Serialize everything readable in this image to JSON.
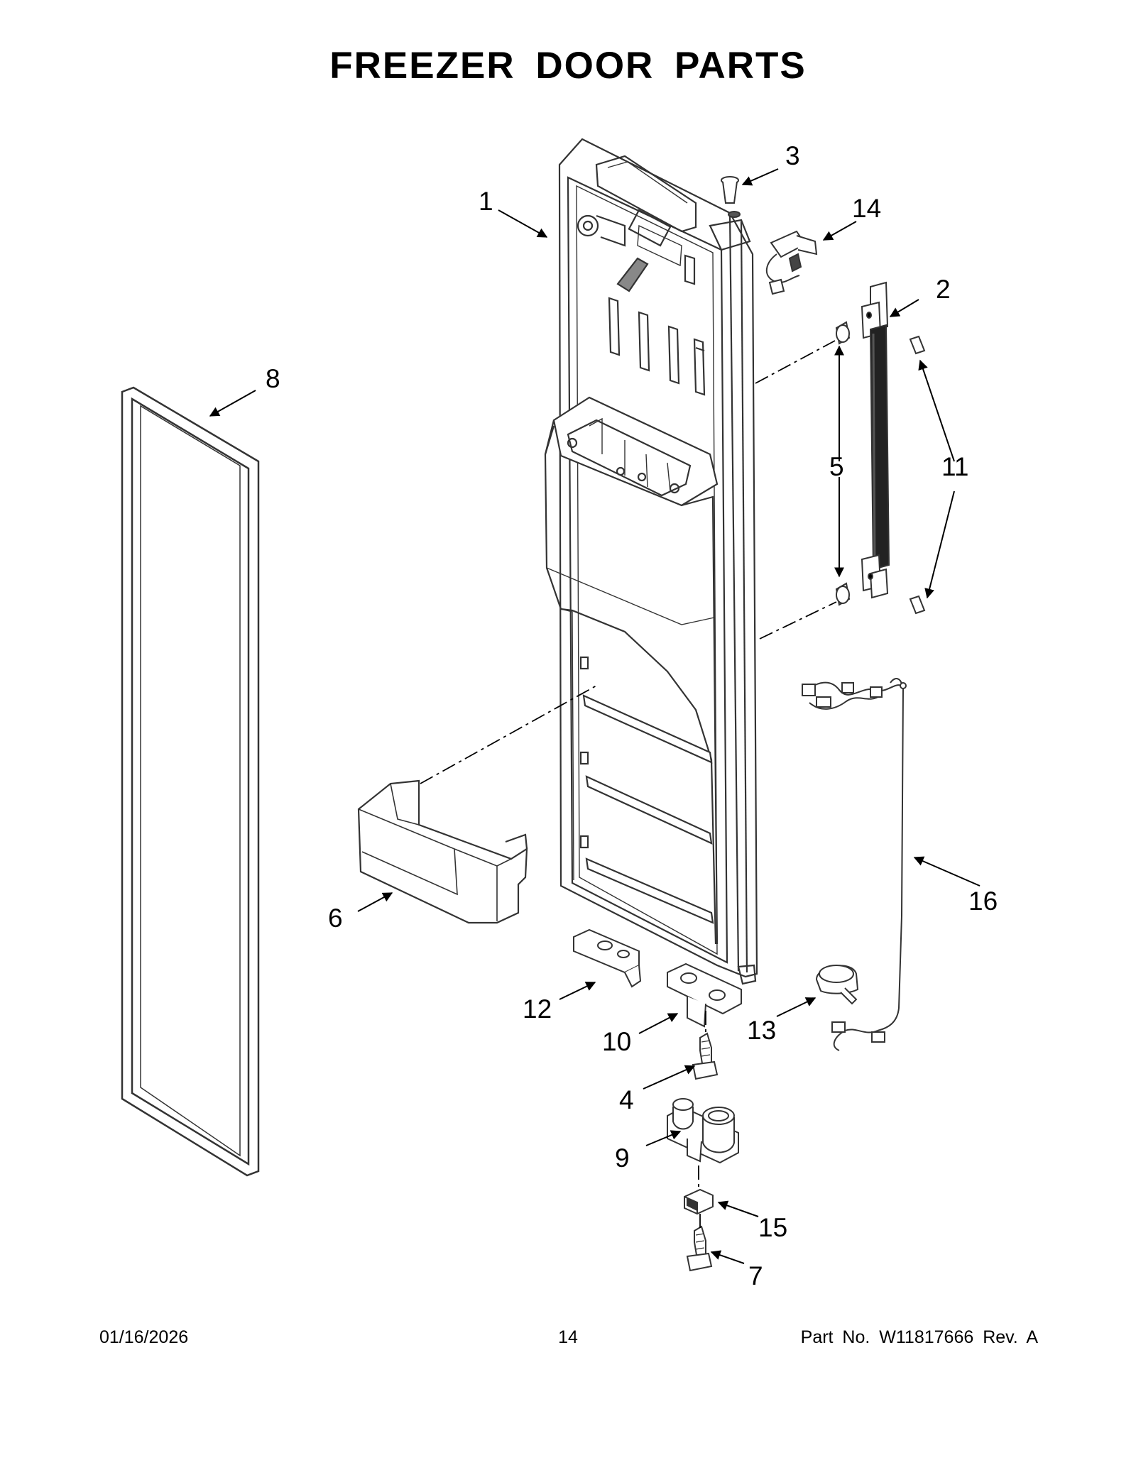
{
  "title": "FREEZER DOOR PARTS",
  "callouts": {
    "c1": "1",
    "c2": "2",
    "c3": "3",
    "c4": "4",
    "c5": "5",
    "c6": "6",
    "c7": "7",
    "c8": "8",
    "c9": "9",
    "c10": "10",
    "c11": "11",
    "c12": "12",
    "c13": "13",
    "c14": "14",
    "c15": "15",
    "c16": "16"
  },
  "footer": {
    "date": "01/16/2026",
    "page": "14",
    "part": "Part No.  W11817666  Rev.  A"
  }
}
